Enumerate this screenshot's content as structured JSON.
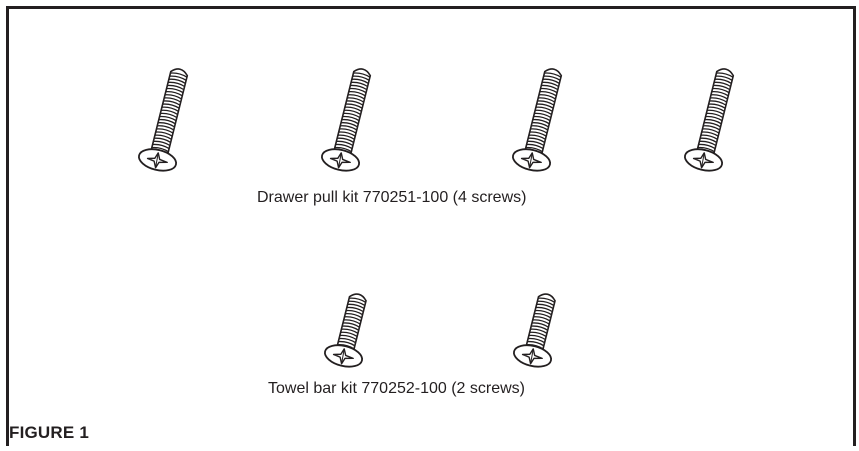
{
  "figure_label": "FIGURE 1",
  "kits": [
    {
      "caption": "Drawer pull kit 770251-100 (4 screws)",
      "screw_count": 4,
      "screw_length": "long"
    },
    {
      "caption": "Towel bar kit 770252-100 (2 screws)",
      "screw_count": 2,
      "screw_length": "short"
    }
  ],
  "colors": {
    "line": "#231f20",
    "background": "#ffffff"
  },
  "icons": [
    "phillips-flat-head-screw-icon"
  ]
}
